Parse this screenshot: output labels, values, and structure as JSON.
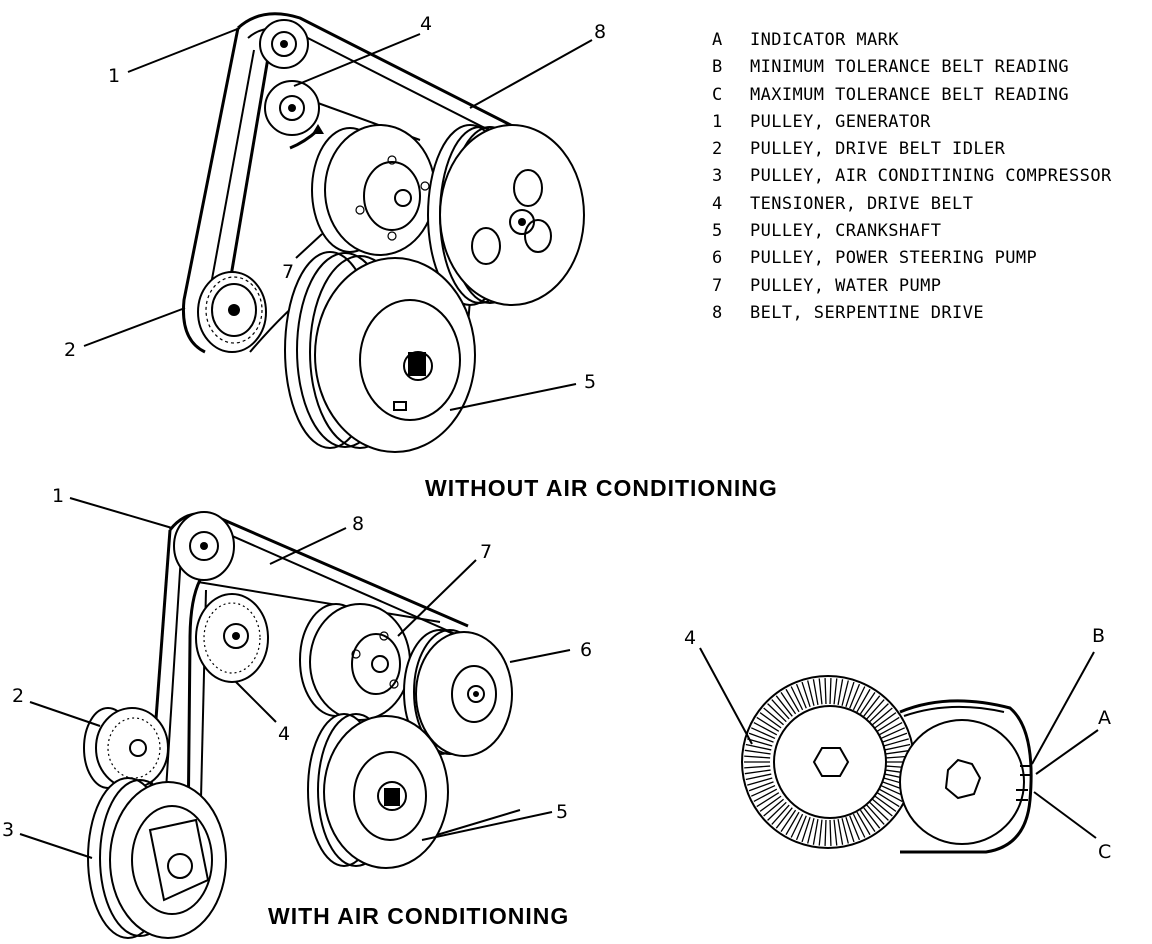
{
  "legend": [
    {
      "key": "A",
      "text": "INDICATOR MARK"
    },
    {
      "key": "B",
      "text": "MINIMUM TOLERANCE BELT READING"
    },
    {
      "key": "C",
      "text": "MAXIMUM TOLERANCE BELT READING"
    },
    {
      "key": "1",
      "text": "PULLEY, GENERATOR"
    },
    {
      "key": "2",
      "text": "PULLEY, DRIVE BELT IDLER"
    },
    {
      "key": "3",
      "text": "PULLEY, AIR CONDITINING COMPRESSOR"
    },
    {
      "key": "4",
      "text": "TENSIONER, DRIVE BELT"
    },
    {
      "key": "5",
      "text": "PULLEY, CRANKSHAFT"
    },
    {
      "key": "6",
      "text": "PULLEY, POWER STEERING PUMP"
    },
    {
      "key": "7",
      "text": "PULLEY, WATER PUMP"
    },
    {
      "key": "8",
      "text": "BELT, SERPENTINE DRIVE"
    }
  ],
  "captions": {
    "without_ac": "WITHOUT AIR CONDITIONING",
    "with_ac": "WITH AIR CONDITIONING"
  },
  "callouts": {
    "top": {
      "n1": "1",
      "n2": "2",
      "n4": "4",
      "n5": "5",
      "n7": "7",
      "n8": "8"
    },
    "bottom": {
      "n1": "1",
      "n2": "2",
      "n3": "3",
      "n4": "4",
      "n5": "5",
      "n6": "6",
      "n7": "7",
      "n8": "8"
    },
    "detail": {
      "n4": "4",
      "a": "A",
      "b": "B",
      "c": "C"
    }
  }
}
